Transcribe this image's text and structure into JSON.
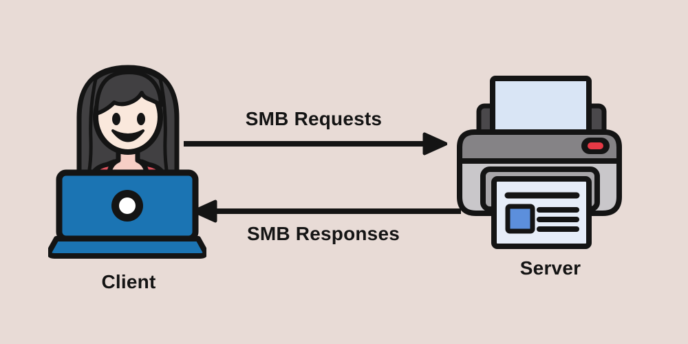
{
  "diagram_title": "SMB client-server communication diagram",
  "background_color": "#E8DBD6",
  "client": {
    "label": "Client",
    "icon": "woman-at-laptop-icon"
  },
  "server": {
    "label": "Server",
    "icon": "printer-icon"
  },
  "arrows": [
    {
      "id": "request",
      "label": "SMB Requests",
      "direction": "left-to-right",
      "from": "Client",
      "to": "Server"
    },
    {
      "id": "response",
      "label": "SMB Responses",
      "direction": "right-to-left",
      "from": "Server",
      "to": "Client"
    }
  ],
  "colors": {
    "background": "#E8DBD6",
    "outline": "#141414",
    "hair": "#414042",
    "skin_face": "#FAE8DC",
    "skin_neck": "#F6CEC5",
    "shirt_red": "#E0535F",
    "laptop_blue": "#1B74B3",
    "printer_dark_gray": "#858386",
    "printer_light_gray": "#C9C7CA",
    "printer_tab_gray": "#4A484B",
    "paper_blue_white": "#D9E5F5",
    "output_paper": "#E6EDF8",
    "doc_square_blue": "#5C8FDC",
    "power_button_red": "#E53945"
  }
}
